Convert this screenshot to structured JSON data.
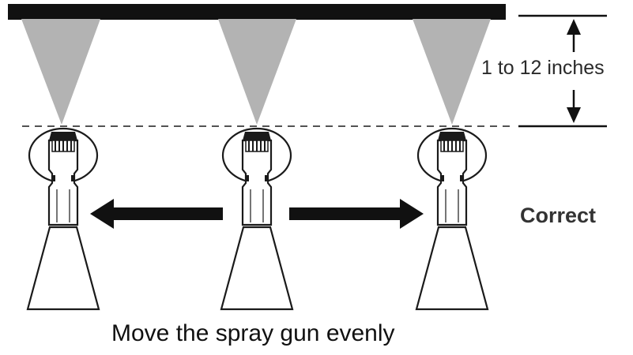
{
  "diagram": {
    "distance_label": "1 to 12 inches",
    "status_label": "Correct",
    "caption": "Move the spray gun evenly",
    "guns": [
      "left",
      "center",
      "right"
    ],
    "colors": {
      "surface": "#111111",
      "spray": "#b3b3b3",
      "outline": "#1a1a1a",
      "arrow": "#111111"
    },
    "icons": [
      "spray-gun-icon",
      "arrow-left-icon",
      "arrow-right-icon",
      "double-arrow-icon"
    ]
  }
}
